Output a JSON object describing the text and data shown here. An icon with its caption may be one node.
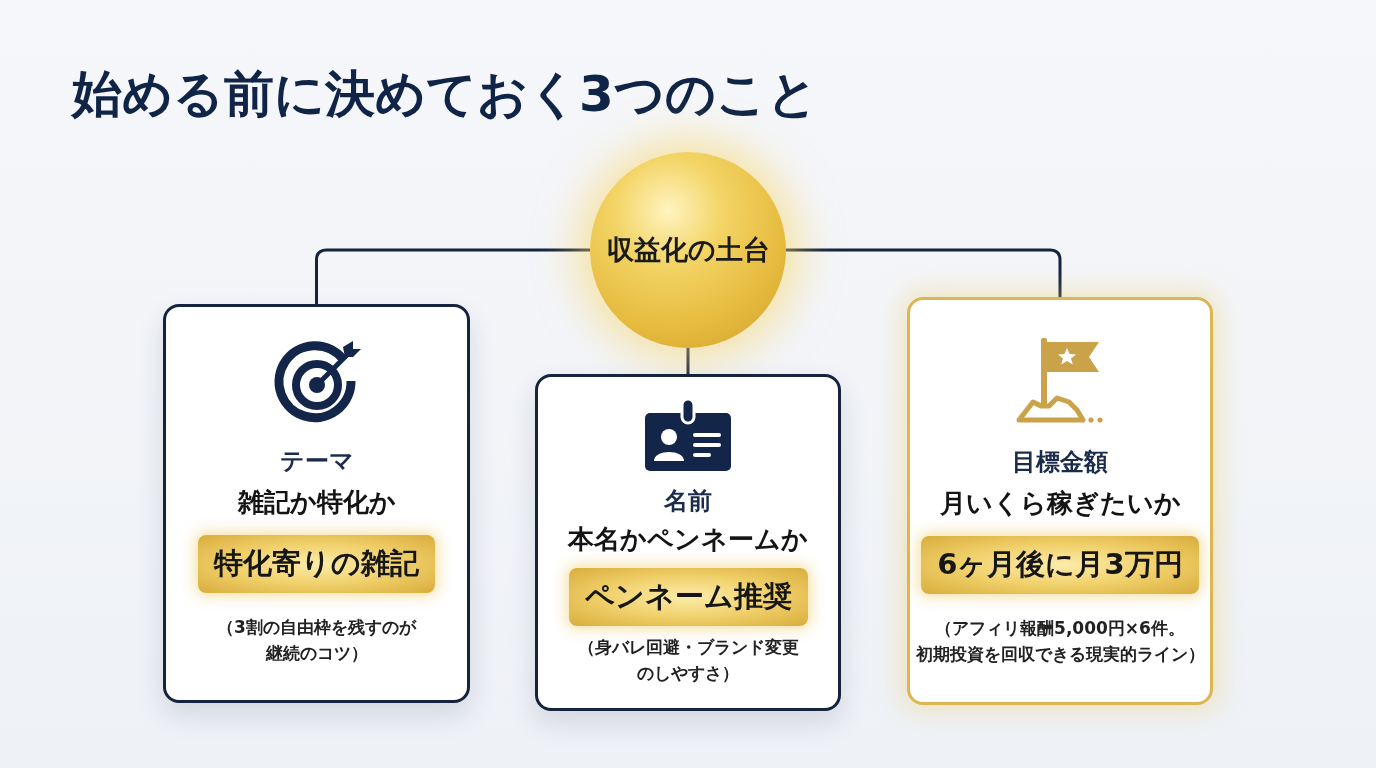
{
  "diagram": {
    "title": "始める前に決めておく3つのこと",
    "nodes": [
      {
        "text": [
          "収益化の土台"
        ]
      },
      {
        "text": [
          "テーマ",
          "雑記か特化か",
          "（3割の自由枠を残すのが継続のコツ）"
        ]
      },
      {
        "text": [
          "特化寄りの雑記"
        ],
        "in": 1
      },
      {
        "text": [
          "名前",
          "本名かペンネームか",
          "（身バレ回避・ブランド変更のしやすさ）"
        ]
      },
      {
        "text": [
          "ペンネーム推奨"
        ],
        "in": 3
      },
      {
        "text": [
          "目標金額",
          "月いくら稼ぎたいか",
          "（アフィリ報酬5,000円×6件。初期投資を回収できる現実的ライン）"
        ]
      },
      {
        "text": [
          "6ヶ月後に月3万円"
        ],
        "in": 5
      }
    ],
    "edges": [
      {
        "from": 0,
        "to": 1,
        "arrow": "none"
      },
      {
        "from": 0,
        "to": 3,
        "arrow": "none"
      },
      {
        "from": 0,
        "to": 5,
        "arrow": "none"
      }
    ]
  }
}
